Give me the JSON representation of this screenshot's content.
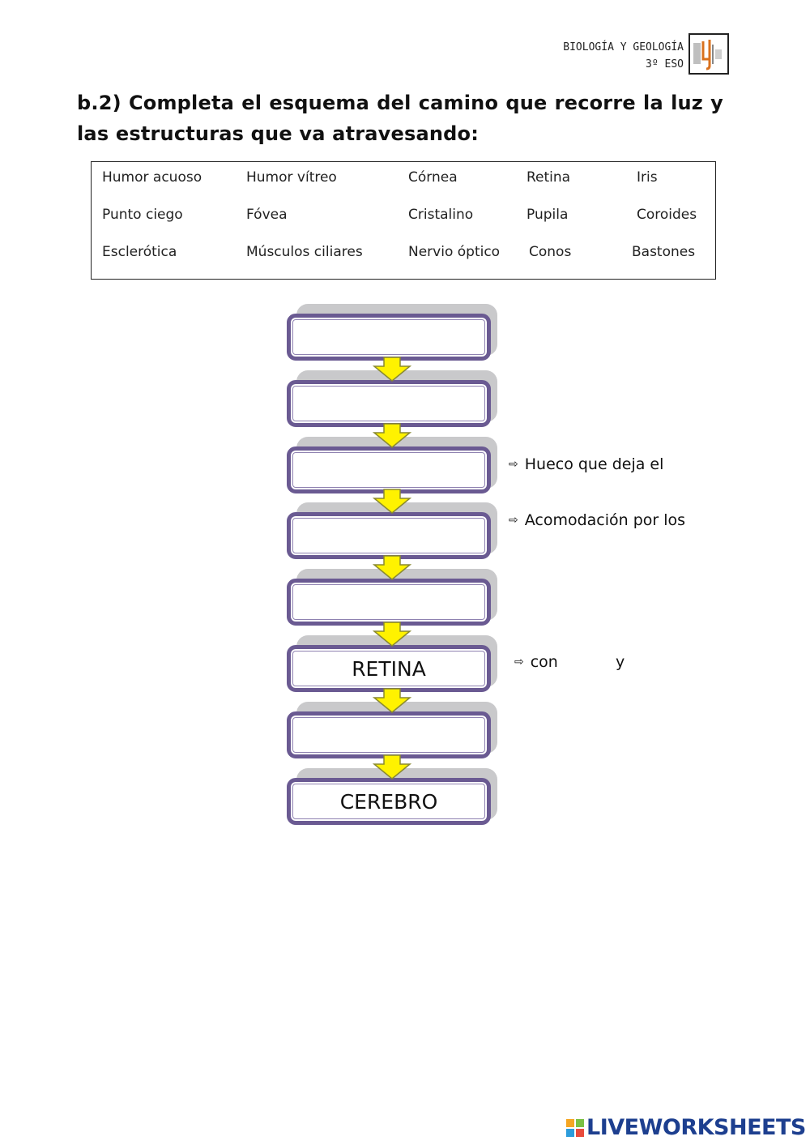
{
  "header": {
    "subject": "BIOLOGÍA Y GEOLOGÍA",
    "course": "3º ESO"
  },
  "title": "b.2) Completa el esquema del camino que recorre la luz y las estructuras que va atravesando:",
  "word_bank": [
    [
      "Humor acuoso",
      "Humor vítreo",
      "Córnea",
      "Retina",
      "Iris"
    ],
    [
      "Punto ciego",
      "Fóvea",
      "Cristalino",
      "Pupila",
      "Coroides"
    ],
    [
      "Esclerótica",
      "Músculos ciliares",
      "Nervio óptico",
      "Conos",
      "Bastones"
    ]
  ],
  "flow_boxes": [
    {
      "text": ""
    },
    {
      "text": ""
    },
    {
      "text": ""
    },
    {
      "text": ""
    },
    {
      "text": ""
    },
    {
      "text": "RETINA"
    },
    {
      "text": ""
    },
    {
      "text": "CEREBRO"
    }
  ],
  "notes": {
    "pupila_note": "Hueco que deja el",
    "cristalino_note": "Acomodación por los",
    "retina_note_a": "con",
    "retina_note_b": "y"
  },
  "colors": {
    "box_border": "#6a5a92",
    "box_shadow": "#c9c9cb",
    "arrow_fill": "#fff200",
    "footer_brand": "#1d3f8f"
  },
  "footer": {
    "brand": "LIVEWORKSHEETS"
  }
}
